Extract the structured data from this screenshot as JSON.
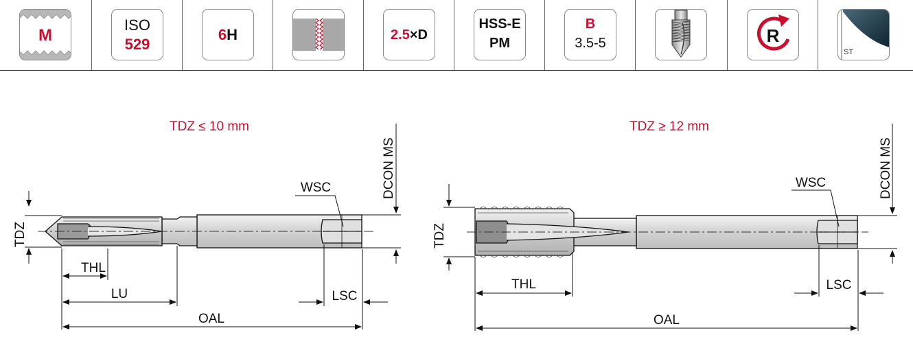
{
  "header": {
    "thread_profile": "M",
    "standard_line1": "ISO",
    "standard_line2": "529",
    "tolerance_num": "6",
    "tolerance_letter": "H",
    "depth_num": "2.5",
    "depth_suffix": "×D",
    "material_line1": "HSS-E",
    "material_line2": "PM",
    "chamfer_letter": "B",
    "chamfer_range": "3.5-5",
    "rotation_letter": "R",
    "coating_label": "ST"
  },
  "diagram_left": {
    "title": "TDZ ≤ 10 mm",
    "label_wsc": "WSC",
    "label_dcon": "DCON MS",
    "label_tdz": "TDZ",
    "label_thl": "THL",
    "label_lu": "LU",
    "label_lsc": "LSC",
    "label_oal": "OAL"
  },
  "diagram_right": {
    "title": "TDZ ≥ 12 mm",
    "label_wsc": "WSC",
    "label_dcon": "DCON MS",
    "label_tdz": "TDZ",
    "label_thl": "THL",
    "label_lsc": "LSC",
    "label_oal": "OAL"
  },
  "colors": {
    "accent_red": "#c8102e",
    "line": "#111111",
    "steel": "#d9d9d9",
    "coating": "#1e3a4a"
  }
}
